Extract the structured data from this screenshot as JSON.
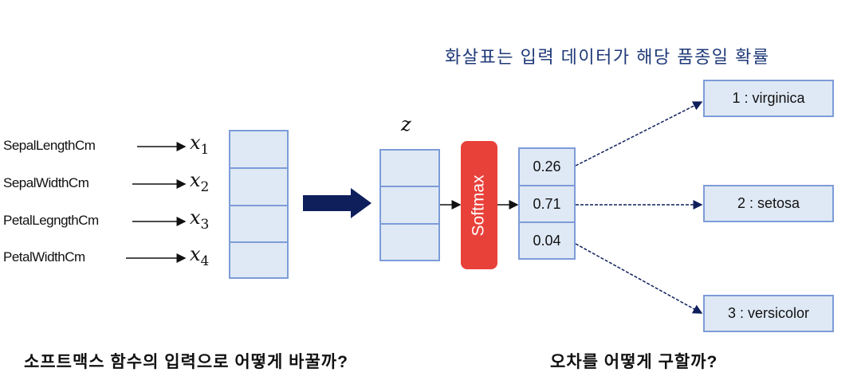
{
  "title": "화살표는 입력 데이터가 해당 품종일 확률",
  "inputs": [
    {
      "feature": "SepalLengthCm",
      "var": "x",
      "sub": "1"
    },
    {
      "feature": "SepalWidthCm",
      "var": "x",
      "sub": "2"
    },
    {
      "feature": "PetalLegngthCm",
      "var": "x",
      "sub": "3"
    },
    {
      "feature": "PetalWidthCm",
      "var": "x",
      "sub": "4"
    }
  ],
  "z_label": "z",
  "softmax_label": "Softmax",
  "probabilities": [
    "0.26",
    "0.71",
    "0.04"
  ],
  "classes": [
    "1 : virginica",
    "2 : setosa",
    "3 : versicolor"
  ],
  "questions": {
    "left": "소프트맥스 함수의 입력으로 어떻게 바꿀까?",
    "right": "오차를 어떻게 구할까?"
  },
  "colors": {
    "title": "#1f3a78",
    "softmax": "#e8413a",
    "cell_fill": "#dfe9f5",
    "cell_border": "#7d9cd8",
    "arrow": "#0f1f5c"
  }
}
